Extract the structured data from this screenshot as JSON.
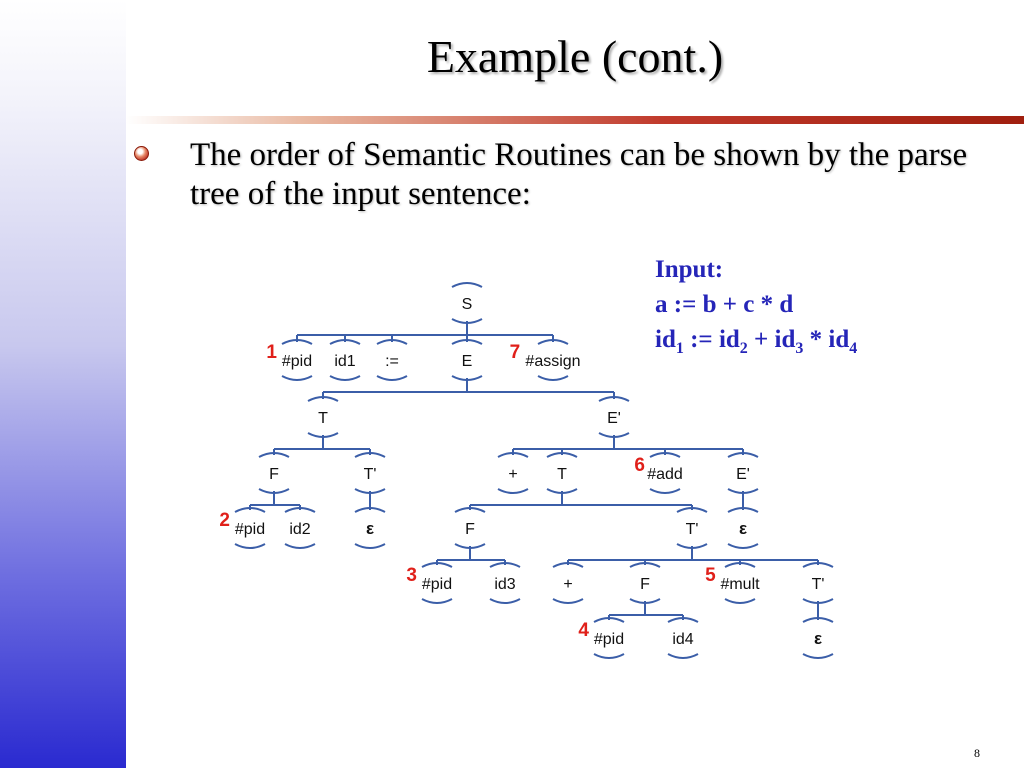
{
  "slide": {
    "title": "Example (cont.)",
    "bullet": "The order of Semantic Routines can be shown by the parse tree of the input sentence:",
    "page_number": "8"
  },
  "input_panel": {
    "heading": "Input:",
    "line1": "a := b + c * d",
    "line2_tokens": [
      {
        "base": "id",
        "sub": "1"
      },
      {
        "text": " := "
      },
      {
        "base": "id",
        "sub": "2"
      },
      {
        "text": " + "
      },
      {
        "base": "id",
        "sub": "3"
      },
      {
        "text": " * "
      },
      {
        "base": "id",
        "sub": "4"
      }
    ]
  },
  "tree": {
    "nodes": [
      {
        "id": "S",
        "label": "S"
      },
      {
        "id": "pid1",
        "label": "#pid",
        "order": "1"
      },
      {
        "id": "id1",
        "label": "id1"
      },
      {
        "id": "assign_op",
        "label": ":="
      },
      {
        "id": "E",
        "label": "E"
      },
      {
        "id": "assign",
        "label": "#assign",
        "order": "7"
      },
      {
        "id": "T1",
        "label": "T"
      },
      {
        "id": "Ep1",
        "label": "E'"
      },
      {
        "id": "F1",
        "label": "F"
      },
      {
        "id": "Tp1",
        "label": "T'"
      },
      {
        "id": "plus1",
        "label": "+"
      },
      {
        "id": "T2",
        "label": "T"
      },
      {
        "id": "add",
        "label": "#add",
        "order": "6"
      },
      {
        "id": "Ep2",
        "label": "E'"
      },
      {
        "id": "pid2",
        "label": "#pid",
        "order": "2"
      },
      {
        "id": "id2",
        "label": "id2"
      },
      {
        "id": "eps1",
        "label": "ε"
      },
      {
        "id": "F2",
        "label": "F"
      },
      {
        "id": "Tp2",
        "label": "T'"
      },
      {
        "id": "eps2",
        "label": "ε"
      },
      {
        "id": "pid3",
        "label": "#pid",
        "order": "3"
      },
      {
        "id": "id3",
        "label": "id3"
      },
      {
        "id": "plus2",
        "label": "+"
      },
      {
        "id": "F3",
        "label": "F"
      },
      {
        "id": "mult",
        "label": "#mult",
        "order": "5"
      },
      {
        "id": "Tp3",
        "label": "T'"
      },
      {
        "id": "pid4",
        "label": "#pid",
        "order": "4"
      },
      {
        "id": "id4",
        "label": "id4"
      },
      {
        "id": "eps3",
        "label": "ε"
      }
    ],
    "edges": [
      [
        "S",
        "pid1"
      ],
      [
        "S",
        "id1"
      ],
      [
        "S",
        "assign_op"
      ],
      [
        "S",
        "E"
      ],
      [
        "S",
        "assign"
      ],
      [
        "E",
        "T1"
      ],
      [
        "E",
        "Ep1"
      ],
      [
        "T1",
        "F1"
      ],
      [
        "T1",
        "Tp1"
      ],
      [
        "Ep1",
        "plus1"
      ],
      [
        "Ep1",
        "T2"
      ],
      [
        "Ep1",
        "add"
      ],
      [
        "Ep1",
        "Ep2"
      ],
      [
        "F1",
        "pid2"
      ],
      [
        "F1",
        "id2"
      ],
      [
        "Tp1",
        "eps1"
      ],
      [
        "T2",
        "F2"
      ],
      [
        "T2",
        "Tp2"
      ],
      [
        "Ep2",
        "eps2"
      ],
      [
        "F2",
        "pid3"
      ],
      [
        "F2",
        "id3"
      ],
      [
        "Tp2",
        "plus2"
      ],
      [
        "Tp2",
        "F3"
      ],
      [
        "Tp2",
        "mult"
      ],
      [
        "Tp2",
        "Tp3"
      ],
      [
        "F3",
        "pid4"
      ],
      [
        "F3",
        "id4"
      ],
      [
        "Tp3",
        "eps3"
      ]
    ]
  }
}
